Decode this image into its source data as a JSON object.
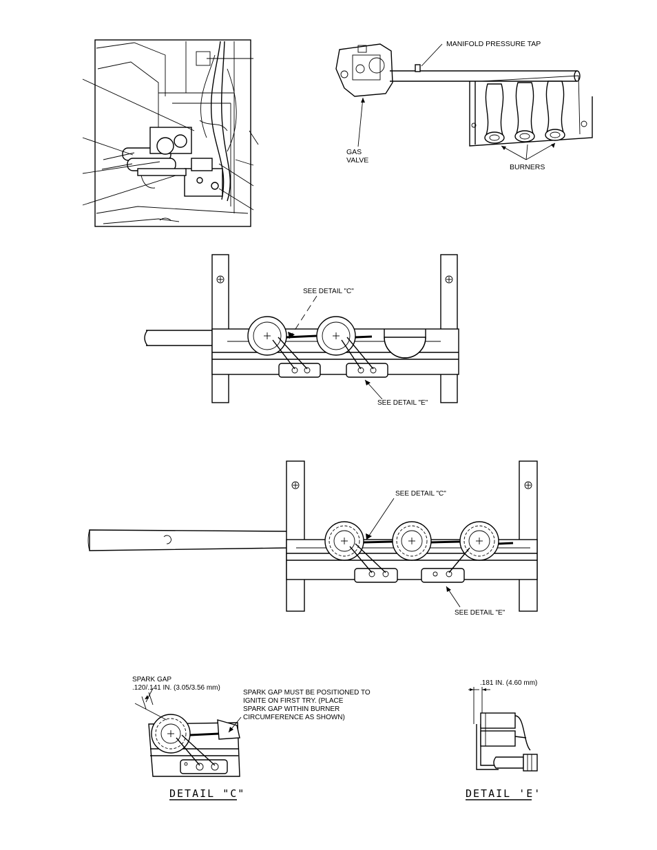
{
  "labels": {
    "manifold_pressure_tap": "MANIFOLD PRESSURE TAP",
    "gas_valve_line1": "GAS",
    "gas_valve_line2": "VALVE",
    "burners": "BURNERS",
    "see_detail_c": "SEE DETAIL \"C\"",
    "see_detail_e": "SEE DETAIL \"E\"",
    "spark_gap_title": "SPARK GAP",
    "spark_gap_value": ".120/.141 IN. (3.05/3.56 mm)",
    "spark_gap_note_line1": "SPARK GAP MUST BE POSITIONED TO",
    "spark_gap_note_line2": "IGNITE ON FIRST TRY. (PLACE",
    "spark_gap_note_line3": "SPARK GAP WITHIN BURNER",
    "spark_gap_note_line4": "CIRCUMFERENCE AS SHOWN)",
    "detail_e_dimension": ".181 IN. (4.60 mm)",
    "detail_c_title": "DETAIL \"C\"",
    "detail_e_title": "DETAIL 'E'"
  }
}
